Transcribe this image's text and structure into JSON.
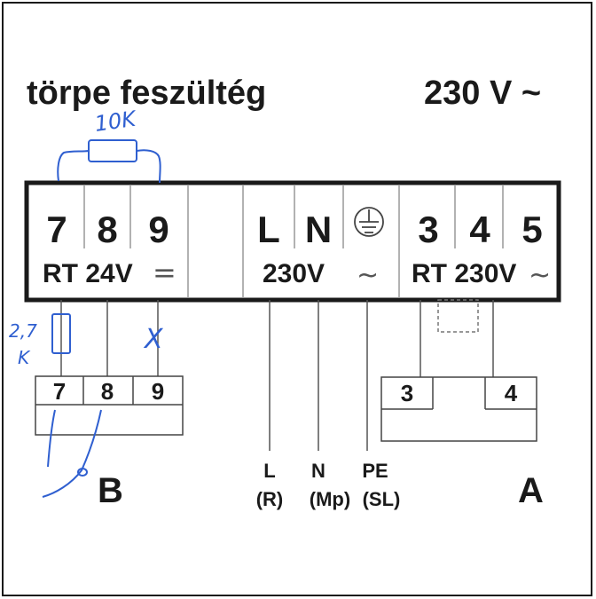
{
  "header": {
    "left_title": "törpe feszültég",
    "right_title": "230 V ~"
  },
  "main_block": {
    "terminals": [
      "7",
      "8",
      "9",
      "L",
      "N",
      "3",
      "4",
      "5"
    ],
    "earth_symbol": "protective-earth-icon",
    "group_labels": {
      "low_voltage": "RT 24V",
      "low_voltage_symbol": "=",
      "mains": "230V",
      "mains_symbol": "~",
      "rt_mains": "RT 230V",
      "rt_mains_symbol": "~"
    }
  },
  "block_b": {
    "terminals": [
      "7",
      "8",
      "9"
    ],
    "label": "B"
  },
  "block_a": {
    "terminals": [
      "3",
      "4"
    ],
    "label": "A"
  },
  "wire_labels": [
    {
      "name": "L",
      "sub": "(R)"
    },
    {
      "name": "N",
      "sub": "(Mp)"
    },
    {
      "name": "PE",
      "sub": "(SL)"
    }
  ],
  "annotations": {
    "top_resistor": "10K",
    "left_resistor": "2,7",
    "left_resistor_unit": "K",
    "cross_mark": "X"
  },
  "colors": {
    "ink": "#1a1a1a",
    "handwriting": "#2f5fd0"
  }
}
